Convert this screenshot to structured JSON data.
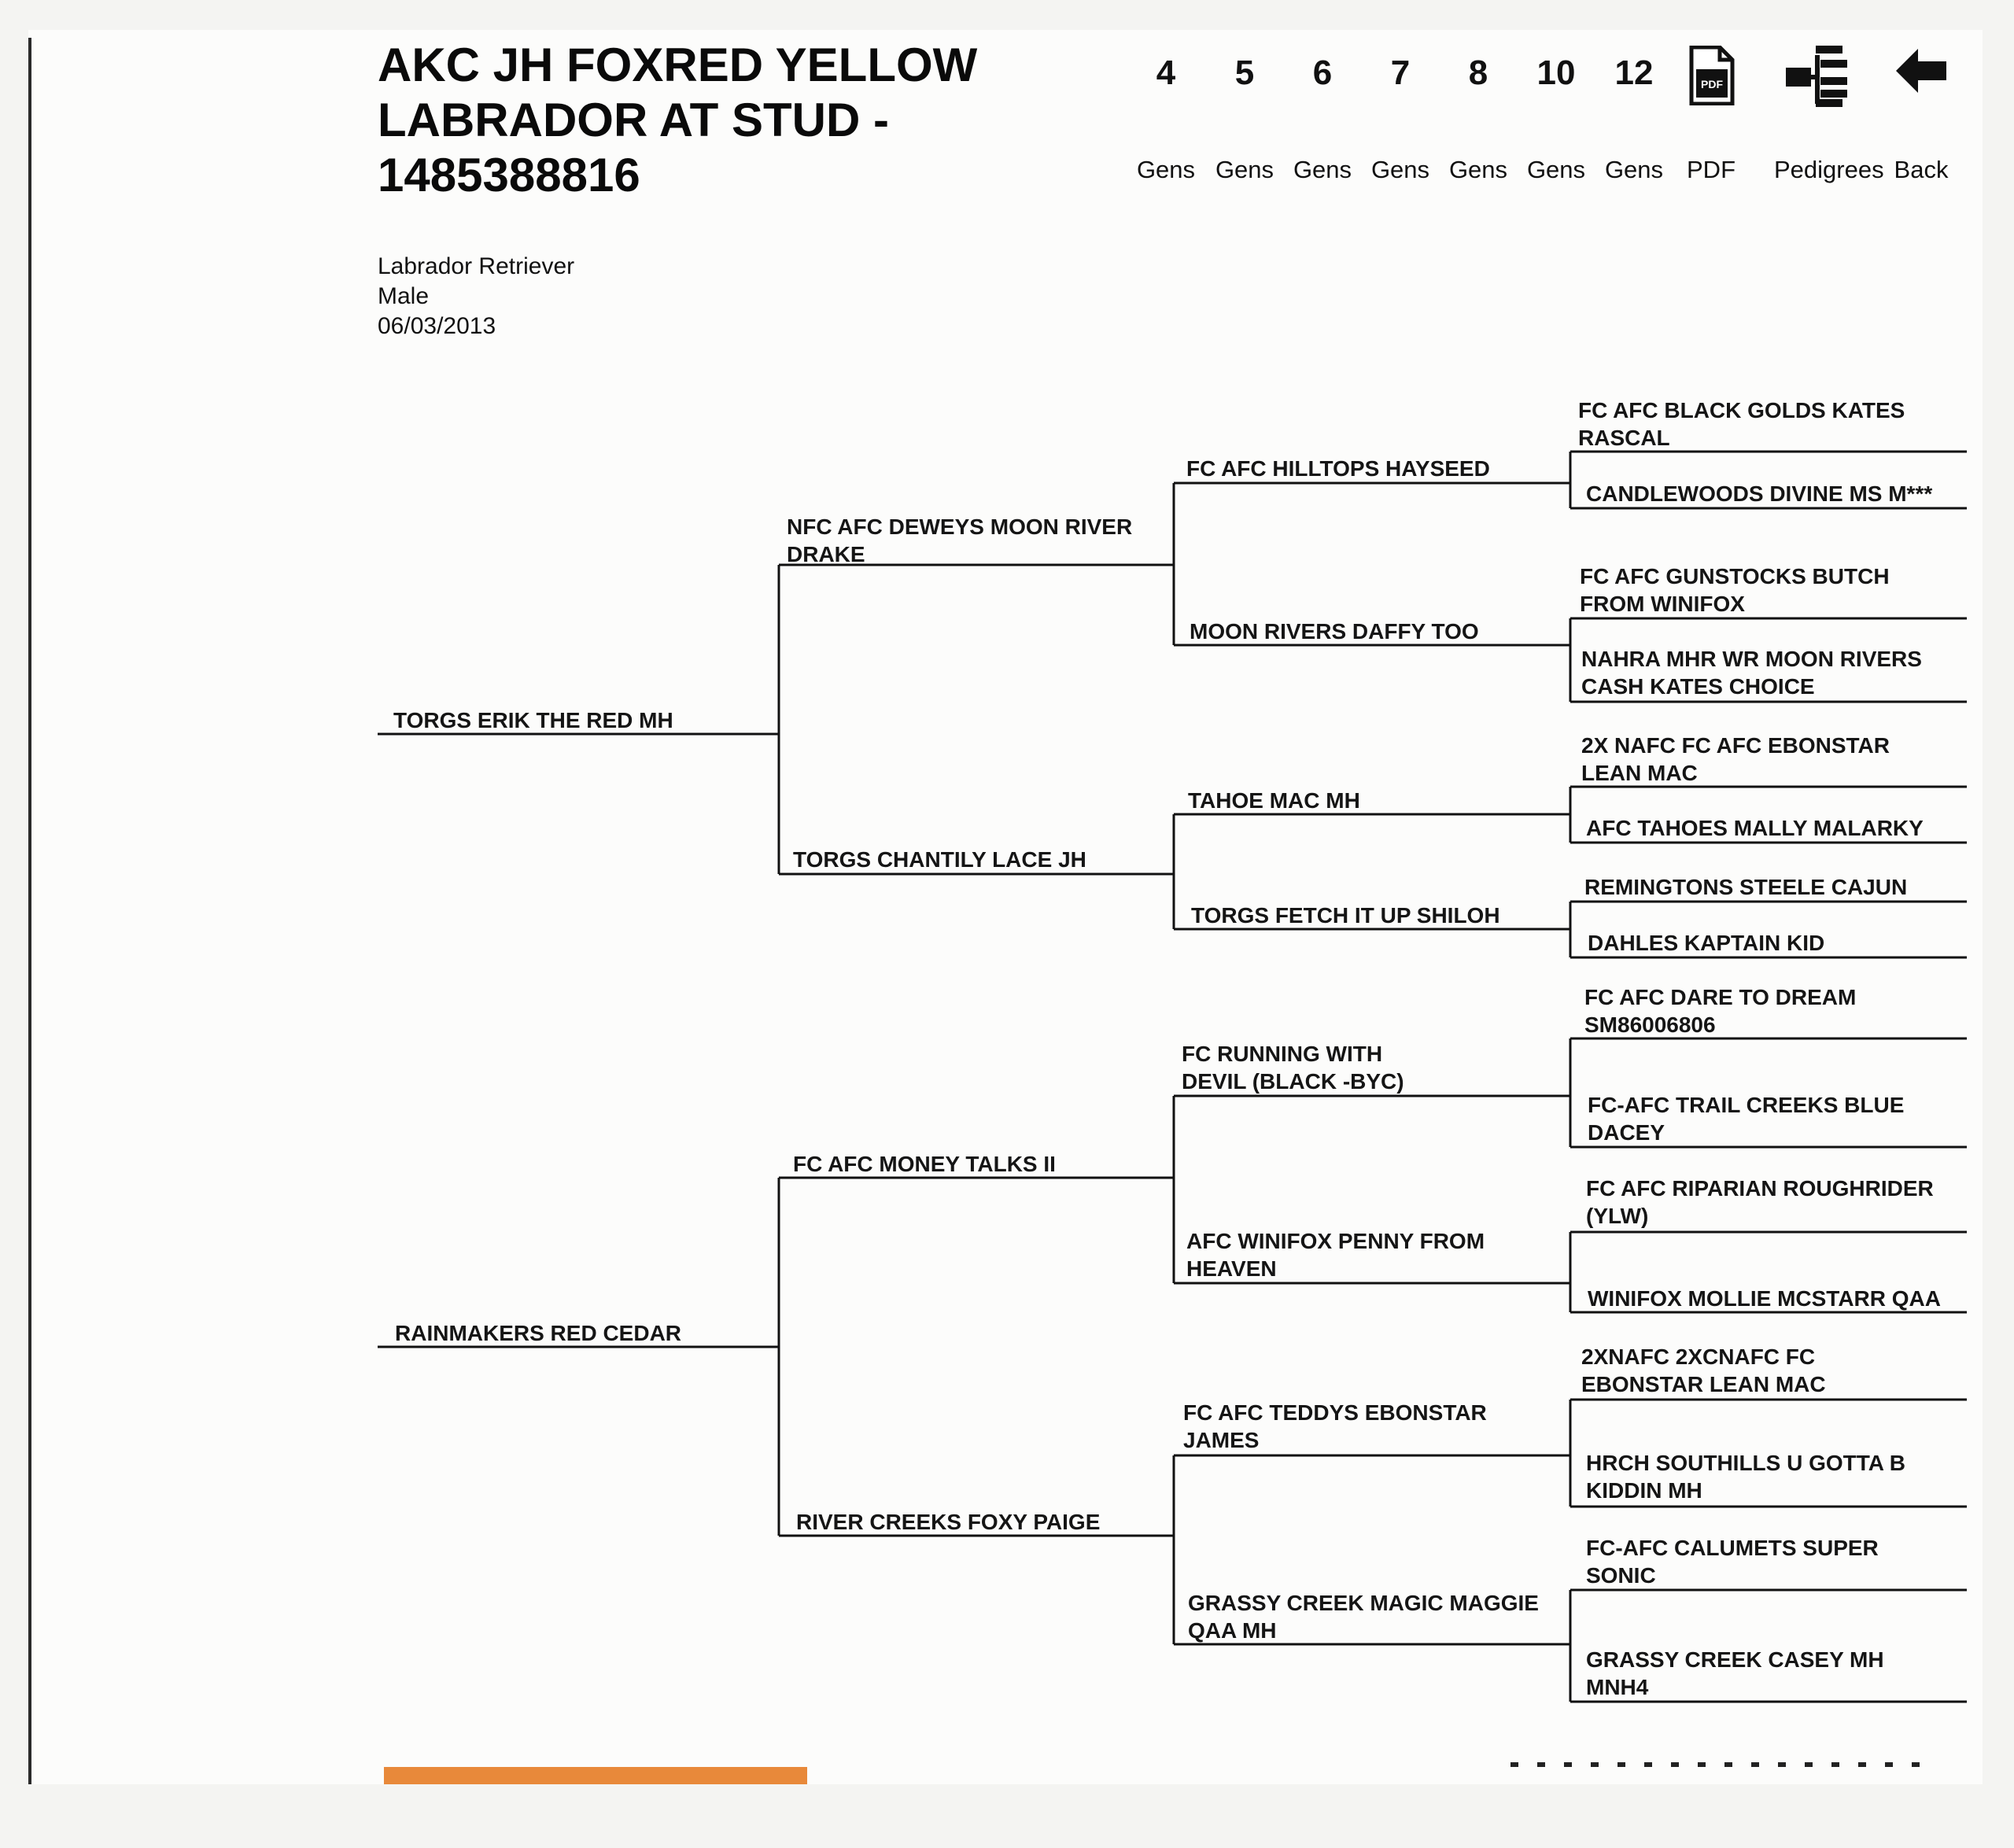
{
  "title_lines": [
    "AKC JH FOXRED YELLOW",
    "LABRADOR AT STUD -",
    "1485388816"
  ],
  "breed": "Labrador Retriever",
  "sex": "Male",
  "birth_date": "06/03/2013",
  "nav": {
    "gens": [
      {
        "num": "4",
        "label": "Gens"
      },
      {
        "num": "5",
        "label": "Gens"
      },
      {
        "num": "6",
        "label": "Gens"
      },
      {
        "num": "7",
        "label": "Gens"
      },
      {
        "num": "8",
        "label": "Gens"
      },
      {
        "num": "10",
        "label": "Gens"
      },
      {
        "num": "12",
        "label": "Gens"
      }
    ],
    "pdf_label": "PDF",
    "pedigrees_label": "Pedigrees",
    "back_label": "Back",
    "pdf_icon_text": "PDF",
    "pdf_icon": "pdf-document-icon",
    "pedigrees_icon": "pedigree-tree-icon",
    "back_icon": "back-arrow-icon"
  },
  "pedigree": {
    "sire": "TORGS ERIK THE RED MH",
    "dam": "RAINMAKERS RED CEDAR",
    "gen2": [
      "NFC AFC DEWEYS MOON RIVER DRAKE",
      "TORGS CHANTILY LACE JH",
      "FC AFC MONEY TALKS II",
      "RIVER CREEKS FOXY PAIGE"
    ],
    "gen3": [
      "FC AFC HILLTOPS HAYSEED",
      "MOON RIVERS DAFFY TOO",
      "TAHOE MAC MH",
      "TORGS FETCH IT UP SHILOH",
      "FC RUNNING WITH DEVIL (BLACK -BYC)",
      "AFC WINIFOX PENNY FROM HEAVEN",
      "FC AFC TEDDYS EBONSTAR JAMES",
      "GRASSY CREEK MAGIC MAGGIE QAA MH"
    ],
    "gen4": [
      "FC AFC BLACK GOLDS KATES RASCAL",
      "CANDLEWOODS DIVINE MS M***",
      "FC AFC GUNSTOCKS BUTCH FROM WINIFOX",
      "NAHRA MHR WR MOON RIVERS CASH KATES CHOICE",
      "2X NAFC FC AFC EBONSTAR LEAN MAC",
      "AFC TAHOES MALLY MALARKY",
      "REMINGTONS STEELE CAJUN",
      "DAHLES KAPTAIN KID",
      "FC AFC DARE TO DREAM SM86006806",
      "FC-AFC TRAIL CREEKS BLUE DACEY",
      "FC AFC RIPARIAN ROUGHRIDER (YLW)",
      "WINIFOX MOLLIE MCSTARR QAA",
      "2XNAFC 2XCNAFC FC EBONSTAR LEAN MAC",
      "HRCH SOUTHILLS U GOTTA B KIDDIN MH",
      "FC-AFC CALUMETS SUPER SONIC",
      "GRASSY CREEK CASEY MH MNH4"
    ]
  }
}
